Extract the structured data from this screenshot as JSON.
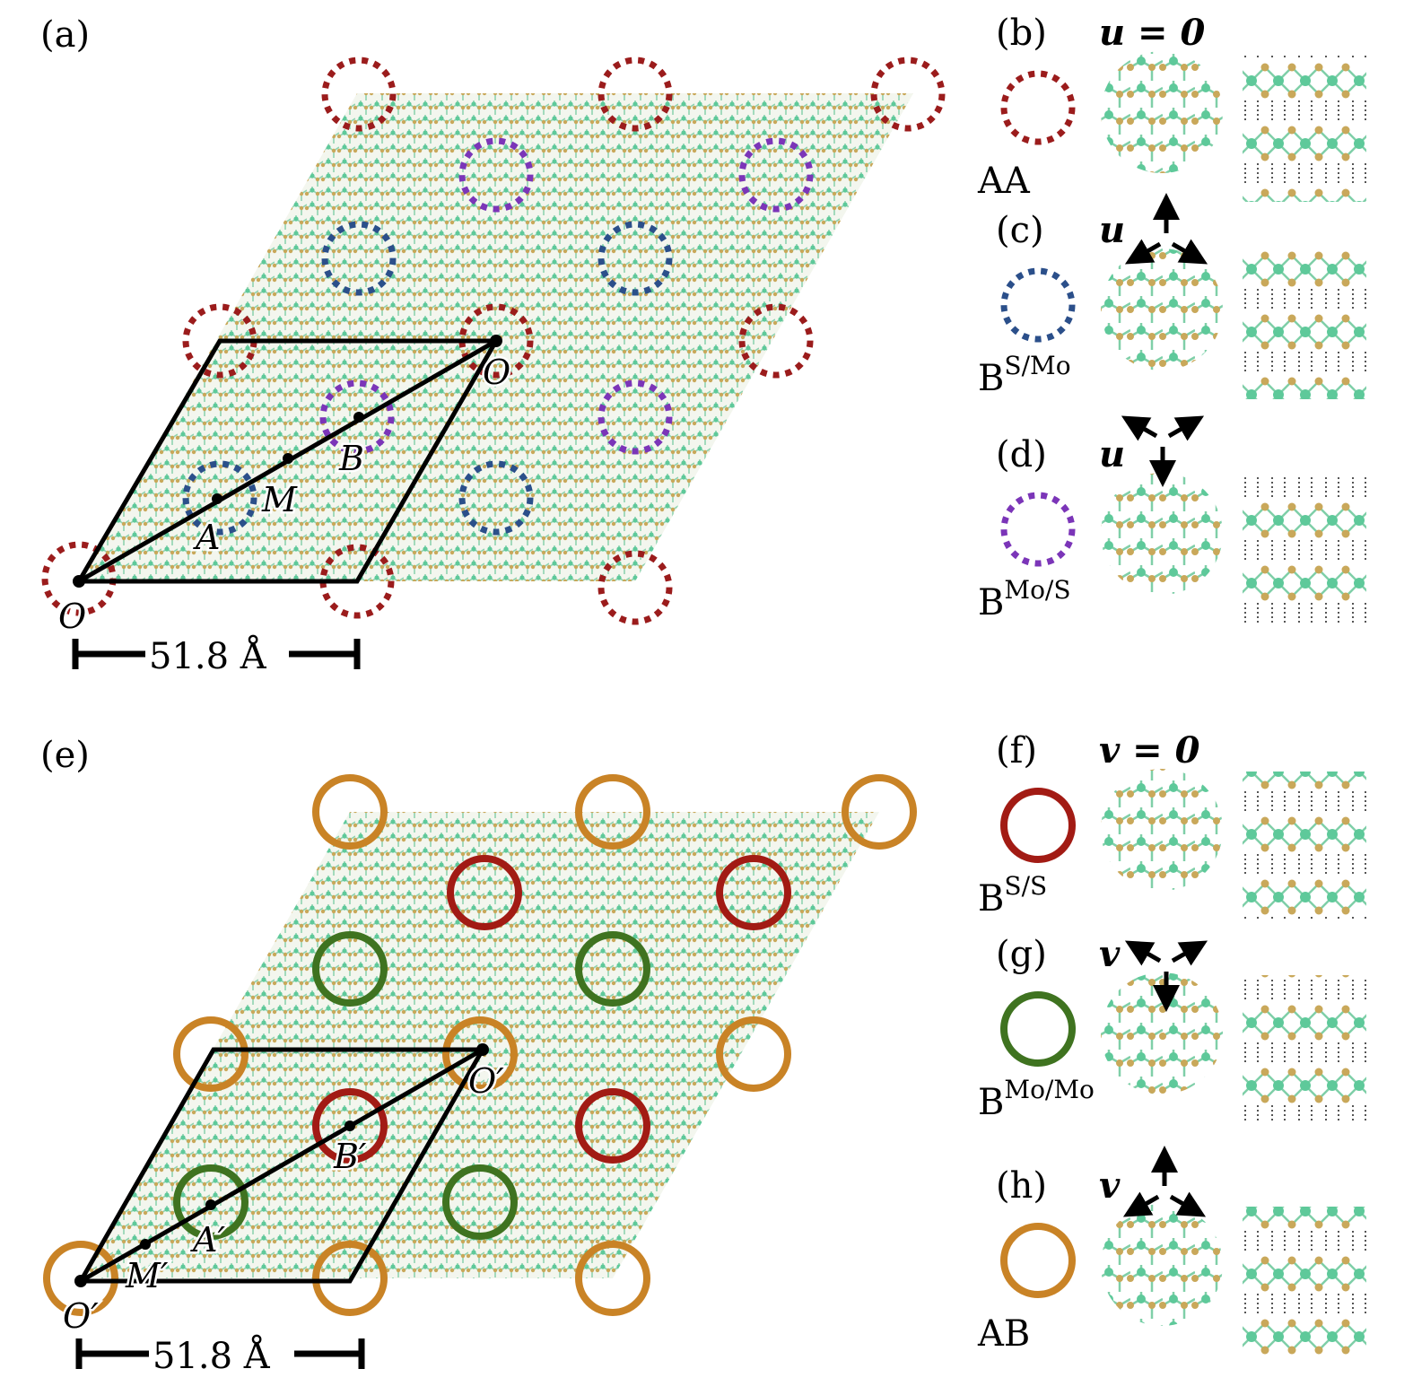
{
  "colors": {
    "aa": "#9b1c1c",
    "bsmo": "#2b4f8a",
    "bmos": "#7b35b8",
    "bss": "#a21b14",
    "bmomo": "#3f7320",
    "ab": "#c98326",
    "mo": "#5ec99a",
    "s": "#c9a85a"
  },
  "top": {
    "panel_label": "(a)",
    "points": {
      "o_origin": "O",
      "o_corner": "O",
      "a": "A",
      "m": "M",
      "b": "B"
    },
    "scale": "51.8 Å",
    "panels": [
      {
        "label": "(b)",
        "vector": "u = 0",
        "stacking": "AA",
        "sup": ""
      },
      {
        "label": "(c)",
        "vector": "u",
        "stacking": "B",
        "sup": "S/Mo"
      },
      {
        "label": "(d)",
        "vector": "u",
        "stacking": "B",
        "sup": "Mo/S"
      }
    ]
  },
  "bottom": {
    "panel_label": "(e)",
    "points": {
      "o_origin": "O′",
      "o_corner": "O′",
      "a": "A′",
      "m": "M′",
      "b": "B′"
    },
    "scale": "51.8 Å",
    "panels": [
      {
        "label": "(f)",
        "vector": "v = 0",
        "stacking": "B",
        "sup": "S/S"
      },
      {
        "label": "(g)",
        "vector": "v",
        "stacking": "B",
        "sup": "Mo/Mo"
      },
      {
        "label": "(h)",
        "vector": "v",
        "stacking": "AB",
        "sup": ""
      }
    ]
  }
}
